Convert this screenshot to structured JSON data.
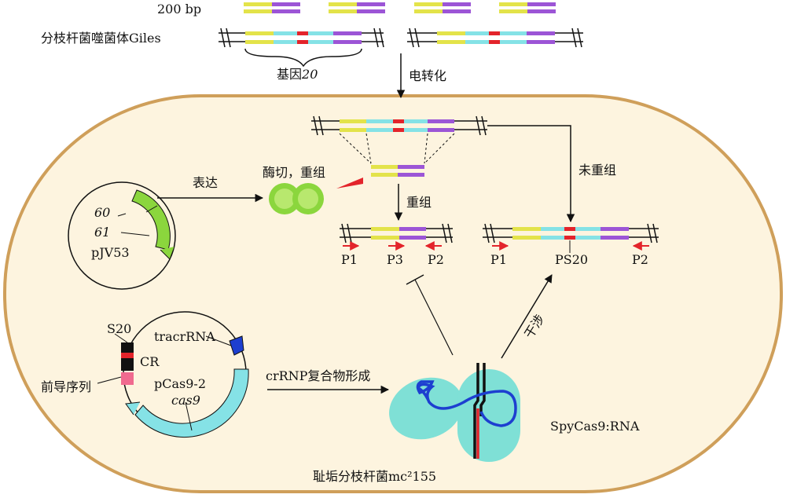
{
  "labels": {
    "bp_200": "200 bp",
    "phage": "分枝杆菌噬菌体Giles",
    "gene": "基因",
    "gene_num": "20",
    "electroporation": "电转化",
    "cut_recomb": "酶切，重组",
    "expression": "表达",
    "recombination": "重组",
    "no_recombination": "未重组",
    "g60": "60",
    "g61": "61",
    "pjv53": "pJV53",
    "p1": "P1",
    "p3": "P3",
    "p2": "P2",
    "p1b": "P1",
    "ps20": "PS20",
    "p2b": "P2",
    "s20": "S20",
    "cr": "CR",
    "tracr": "tracrRNA",
    "leader": "前导序列",
    "pcas": "pCas9-2",
    "cas9": "cas9",
    "crrnp": "crRNP复合物形成",
    "interference": "干涉",
    "spycas": "SpyCas9:RNA",
    "host": "耻垢分枝杆菌mc²155"
  },
  "colors": {
    "yellow": "#e3e34a",
    "purple": "#9c55d6",
    "cyan": "#85e2e6",
    "red": "#e3242b",
    "cell_border": "#cf9f5a",
    "cell_fill": "#fdf4df",
    "enzyme": "#8bd63d",
    "cas_body": "#7fe0d6",
    "blue": "#1d3fd0",
    "pink": "#f06a8f"
  }
}
